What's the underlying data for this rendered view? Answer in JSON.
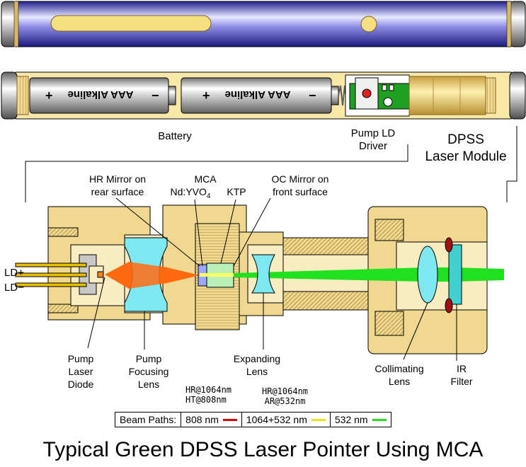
{
  "title": "Typical Green DPSS Laser Pointer Using MCA",
  "labels": {
    "battery": "Battery",
    "pump_ld_driver": [
      "Pump LD",
      "Driver"
    ],
    "dpss_module": [
      "DPSS",
      "Laser Module"
    ],
    "battery_text": "AAA Alkaline",
    "hr_mirror": [
      "HR Mirror on",
      "rear surface"
    ],
    "mca": "MCA",
    "ndyvo": "Nd:YVO",
    "ndyvo_sub": "4",
    "ktp": "KTP",
    "oc_mirror": [
      "OC Mirror on",
      "front surface"
    ],
    "ld_plus": "LD+",
    "ld_minus": "LD−",
    "pump_laser_diode": [
      "Pump",
      "Laser",
      "Diode"
    ],
    "pump_focusing_lens": [
      "Pump",
      "Focusing",
      "Lens"
    ],
    "expanding_lens": [
      "Expanding",
      "Lens"
    ],
    "collimating_lens": [
      "Collimating",
      "Lens"
    ],
    "ir_filter": [
      "IR",
      "Filter"
    ],
    "coating_hr": [
      "HR@1064nm",
      "HT@808nm"
    ],
    "coating_oc": [
      "HR@1064nm",
      "AR@532nm"
    ]
  },
  "legend": {
    "title": "Beam Paths:",
    "items": [
      {
        "label": "808 nm",
        "color": "#e00000"
      },
      {
        "label": "1064+532 nm",
        "color": "#e8e800"
      },
      {
        "label": "532 nm",
        "color": "#20e020"
      }
    ]
  },
  "colors": {
    "brass": "#f0d890",
    "brass_dark": "#c8a850",
    "tube_blue": "#2828c0",
    "lens_cyan": "#7ee8f0",
    "beam_pump": "#ff6a10",
    "beam_green": "#20e020",
    "beam_yellow": "#ffff60"
  }
}
